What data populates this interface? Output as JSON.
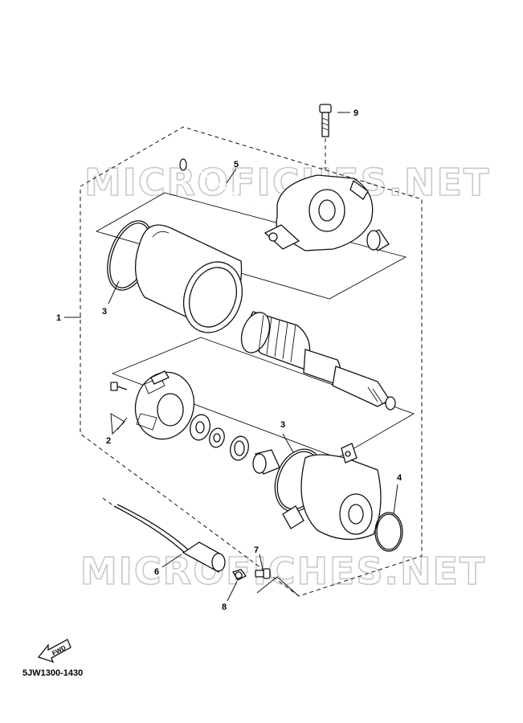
{
  "watermark": "MICROFICHES.NET",
  "callouts": {
    "c1": "1",
    "c2": "2",
    "c3a": "3",
    "c3b": "3",
    "c4": "4",
    "c5": "5",
    "c6": "6",
    "c7": "7",
    "c8": "8",
    "c9": "9"
  },
  "fwd_label": "FWD",
  "catalog_code": "5JW1300-1430"
}
